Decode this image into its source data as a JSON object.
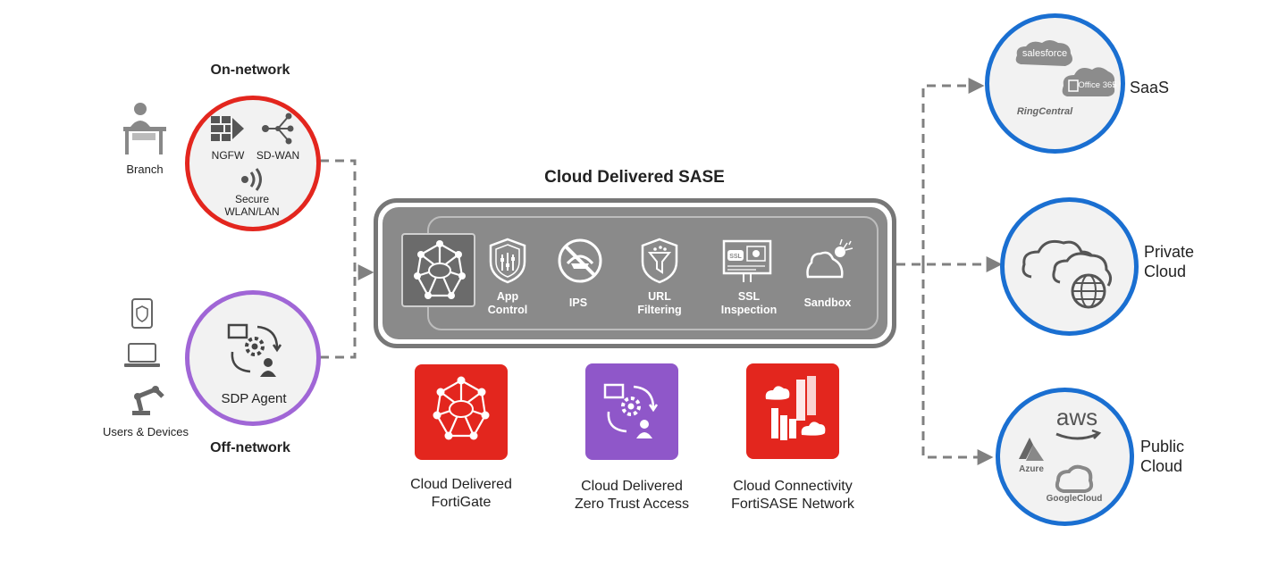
{
  "left": {
    "on_network_title": "On-network",
    "off_network_title": "Off-network",
    "branch_label": "Branch",
    "users_devices_label": "Users & Devices",
    "ngfw_label": "NGFW",
    "sdwan_label": "SD-WAN",
    "secure_label_1": "Secure",
    "secure_label_2": "WLAN/LAN",
    "sdp_agent_label": "SDP Agent"
  },
  "center": {
    "title": "Cloud Delivered SASE",
    "services": [
      {
        "line1": "App",
        "line2": "Control"
      },
      {
        "line1": "IPS",
        "line2": ""
      },
      {
        "line1": "URL",
        "line2": "Filtering"
      },
      {
        "line1": "SSL",
        "line2": "Inspection"
      },
      {
        "line1": "Sandbox",
        "line2": ""
      }
    ],
    "tiles": [
      {
        "line1": "Cloud Delivered",
        "line2": "FortiGate",
        "color": "#e3261e"
      },
      {
        "line1": "Cloud Delivered",
        "line2": "Zero Trust Access",
        "color": "#8f57c9"
      },
      {
        "line1": "Cloud Connectivity",
        "line2": "FortiSASE Network",
        "color": "#e3261e"
      }
    ]
  },
  "right": {
    "saas": {
      "label": "SaaS",
      "salesforce": "salesforce",
      "office365": "Office 365",
      "ringcentral": "RingCentral"
    },
    "private_cloud": {
      "line1": "Private",
      "line2": "Cloud"
    },
    "public_cloud": {
      "line1": "Public",
      "line2": "Cloud",
      "aws": "aws",
      "azure": "Azure",
      "google": "GoogleCloud"
    }
  },
  "colors": {
    "red": "#e3261e",
    "purple": "#a066d6",
    "blue": "#1a6fd1",
    "gray_box": "#8a8a8a",
    "dashed": "#808080"
  }
}
